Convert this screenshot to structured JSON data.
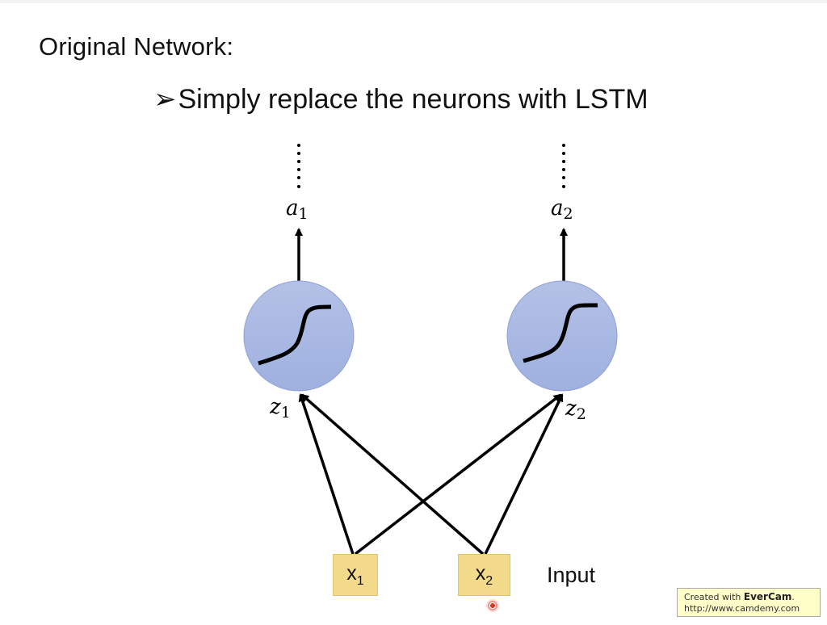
{
  "slide": {
    "title": "Original Network:",
    "bullet_marker": "➢",
    "bullet_text": "Simply replace the neurons with LSTM"
  },
  "diagram": {
    "neurons": [
      {
        "id": "neuron-1",
        "activation": "sigmoid",
        "input_label": "z",
        "input_sub": "1",
        "output_label": "a",
        "output_sub": "1",
        "continuation": "⋮"
      },
      {
        "id": "neuron-2",
        "activation": "sigmoid",
        "input_label": "z",
        "input_sub": "2",
        "output_label": "a",
        "output_sub": "2",
        "continuation": "⋮"
      }
    ],
    "inputs": [
      {
        "id": "input-x1",
        "label": "x",
        "sub": "1"
      },
      {
        "id": "input-x2",
        "label": "x",
        "sub": "2"
      }
    ],
    "input_caption": "Input",
    "connections": [
      {
        "from": "input-x1",
        "to": "neuron-1"
      },
      {
        "from": "input-x1",
        "to": "neuron-2"
      },
      {
        "from": "input-x2",
        "to": "neuron-1"
      },
      {
        "from": "input-x2",
        "to": "neuron-2"
      }
    ],
    "colors": {
      "neuron_fill": "#a7b7e2",
      "neuron_stroke": "#8ea2d6",
      "input_fill": "#f3d98a",
      "line": "#000000"
    }
  },
  "watermark": {
    "line1_prefix": "Created with ",
    "line1_brand": "EverCam",
    "line1_suffix": ".",
    "line2": "http://www.camdemy.com"
  }
}
